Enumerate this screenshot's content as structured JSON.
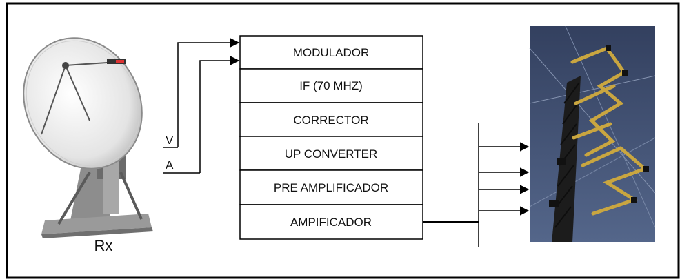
{
  "blocks": [
    {
      "label": "MODULADOR"
    },
    {
      "label": "IF (70 MHZ)"
    },
    {
      "label": "CORRECTOR"
    },
    {
      "label": "UP CONVERTER"
    },
    {
      "label": "PRE AMPLIFICADOR"
    },
    {
      "label": "AMPIFICADOR"
    }
  ],
  "inputs": {
    "v_label": "V",
    "a_label": "A"
  },
  "receiver_label": "Rx",
  "icons": {
    "receiver": "satellite-dish-icon",
    "transmitter": "antenna-tower-icon"
  },
  "colors": {
    "frame": "#000000",
    "sky": "#3f4e6e",
    "tower_accent": "#c9a640"
  }
}
